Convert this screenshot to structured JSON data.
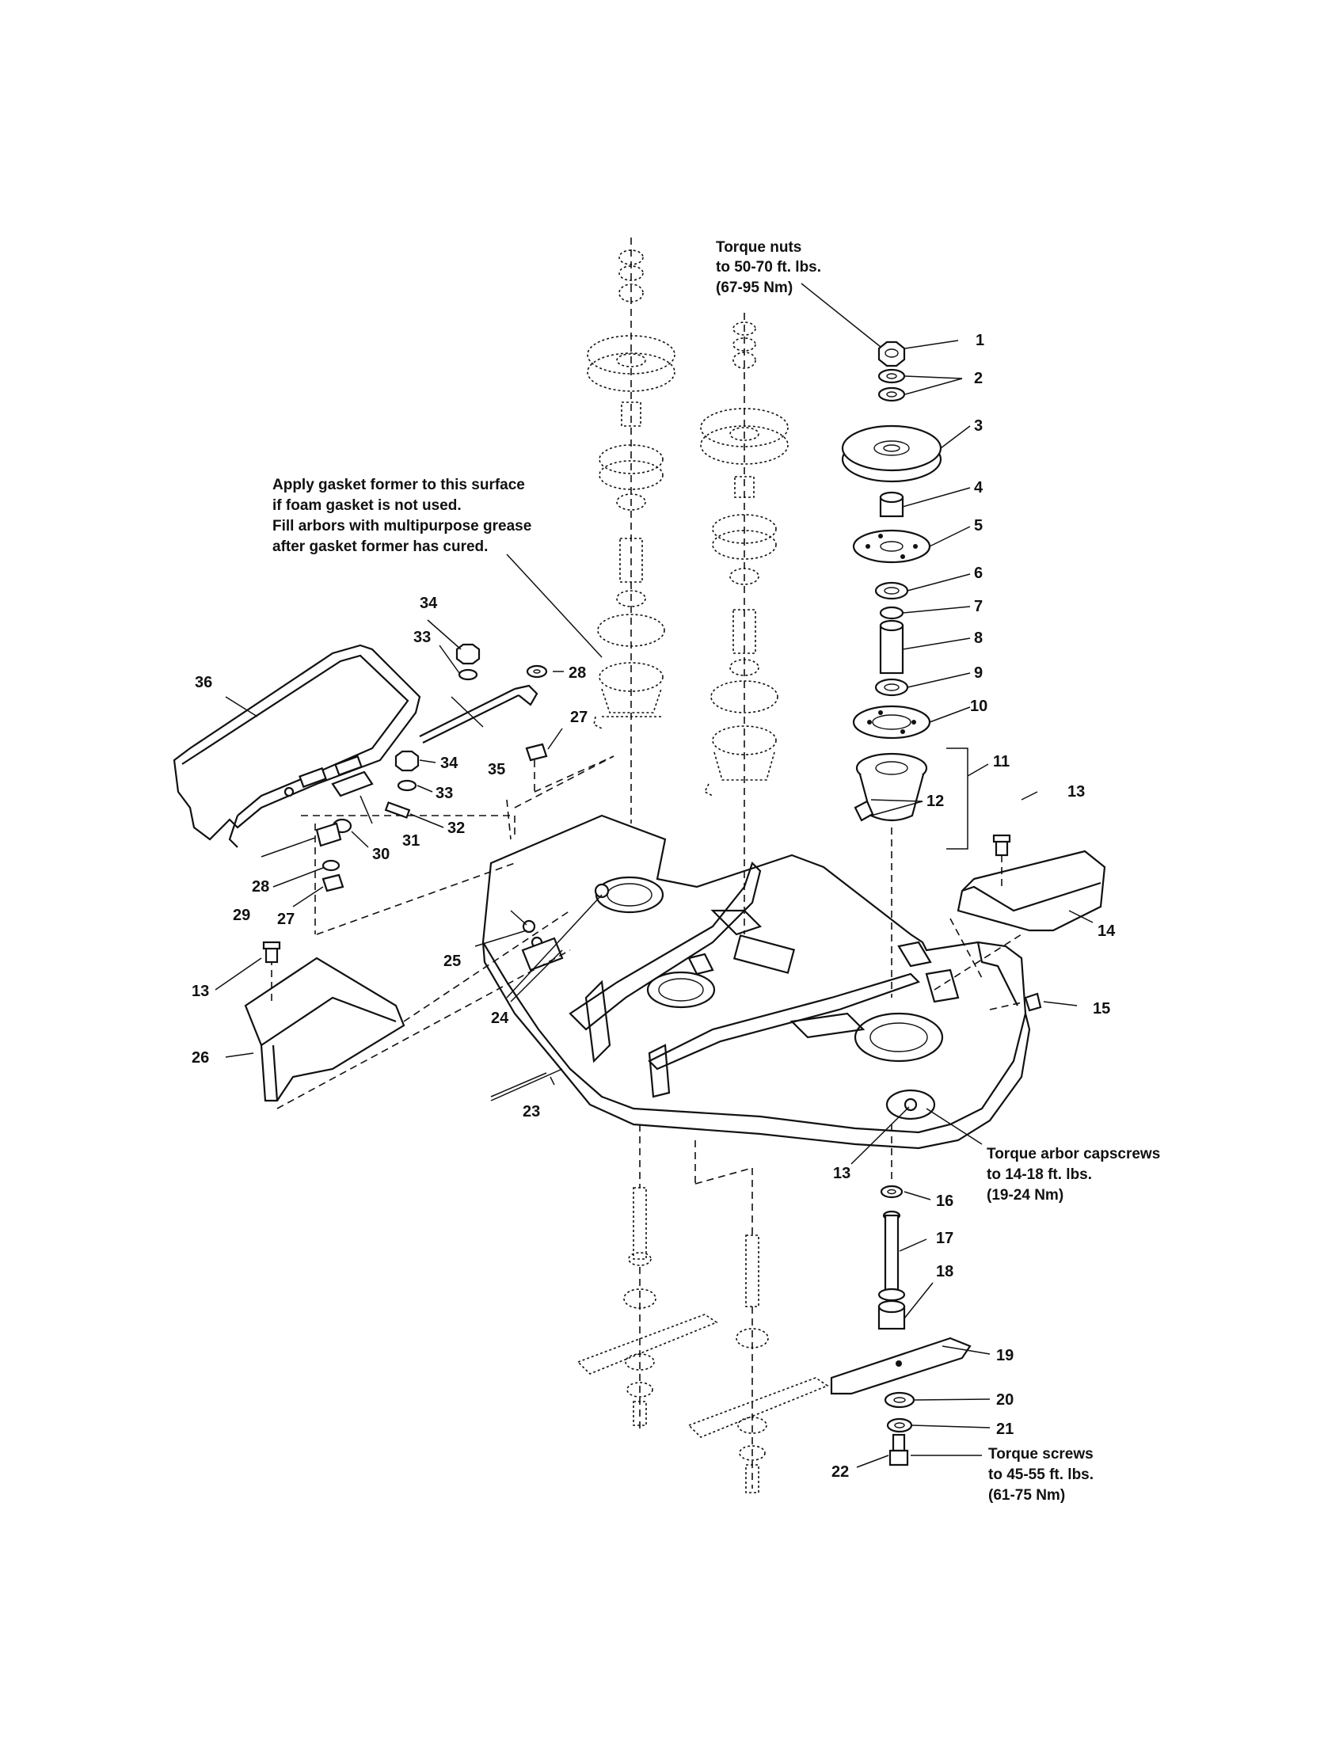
{
  "callouts": [
    {
      "id": "c1",
      "text": "1"
    },
    {
      "id": "c2",
      "text": "2"
    },
    {
      "id": "c3",
      "text": "3"
    },
    {
      "id": "c4",
      "text": "4"
    },
    {
      "id": "c5",
      "text": "5"
    },
    {
      "id": "c6",
      "text": "6"
    },
    {
      "id": "c7",
      "text": "7"
    },
    {
      "id": "c8",
      "text": "8"
    },
    {
      "id": "c9",
      "text": "9"
    },
    {
      "id": "c10",
      "text": "10"
    },
    {
      "id": "c11",
      "text": "11"
    },
    {
      "id": "c12",
      "text": "12"
    },
    {
      "id": "c13a",
      "text": "13"
    },
    {
      "id": "c14",
      "text": "14"
    },
    {
      "id": "c15",
      "text": "15"
    },
    {
      "id": "c13b",
      "text": "13"
    },
    {
      "id": "c16",
      "text": "16"
    },
    {
      "id": "c17",
      "text": "17"
    },
    {
      "id": "c18",
      "text": "18"
    },
    {
      "id": "c19",
      "text": "19"
    },
    {
      "id": "c20",
      "text": "20"
    },
    {
      "id": "c21",
      "text": "21"
    },
    {
      "id": "c22",
      "text": "22"
    },
    {
      "id": "c23",
      "text": "23"
    },
    {
      "id": "c24",
      "text": "24"
    },
    {
      "id": "c25",
      "text": "25"
    },
    {
      "id": "c26",
      "text": "26"
    },
    {
      "id": "c13c",
      "text": "13"
    },
    {
      "id": "c27a",
      "text": "27"
    },
    {
      "id": "c28a",
      "text": "28"
    },
    {
      "id": "c29",
      "text": "29"
    },
    {
      "id": "c30",
      "text": "30"
    },
    {
      "id": "c31",
      "text": "31"
    },
    {
      "id": "c32",
      "text": "32"
    },
    {
      "id": "c33a",
      "text": "33"
    },
    {
      "id": "c34a",
      "text": "34"
    },
    {
      "id": "c35",
      "text": "35"
    },
    {
      "id": "c36",
      "text": "36"
    },
    {
      "id": "c34b",
      "text": "34"
    },
    {
      "id": "c33b",
      "text": "33"
    },
    {
      "id": "c28b",
      "text": "28"
    },
    {
      "id": "c27b",
      "text": "27"
    }
  ],
  "notes": {
    "torque_nuts": [
      "Torque nuts",
      "to 50-70 ft. lbs.",
      "(67-95 Nm)"
    ],
    "gasket": [
      "Apply gasket former to this surface",
      "if foam gasket is not used.",
      "Fill arbors with multipurpose grease",
      "after gasket former has cured."
    ],
    "torque_arbor": [
      "Torque arbor capscrews",
      "to 14-18 ft. lbs.",
      "(19-24 Nm)"
    ],
    "torque_screws": [
      "Torque screws",
      "to 45-55 ft. lbs.",
      "(61-75 Nm)"
    ]
  }
}
